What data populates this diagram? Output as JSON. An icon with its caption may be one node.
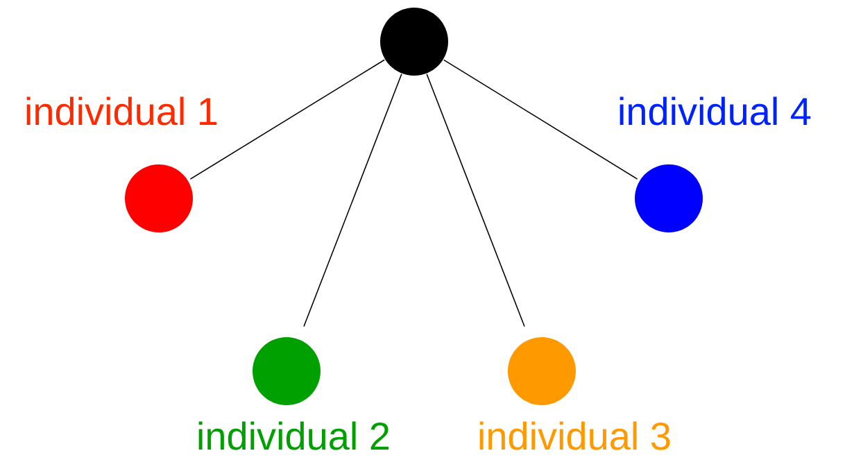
{
  "diagram": {
    "nodes": [
      {
        "text": [],
        "shape": "circle"
      },
      {
        "text": [],
        "shape": "circle",
        "beside": [
          "individual 1"
        ]
      },
      {
        "text": [],
        "shape": "circle",
        "beside": [
          "individual 2"
        ]
      },
      {
        "text": [],
        "shape": "circle",
        "beside": [
          "individual 3"
        ]
      },
      {
        "text": [],
        "shape": "circle",
        "beside": [
          "individual 4"
        ]
      }
    ],
    "edges": [
      {
        "from": 0,
        "to": 1,
        "arrow": "none"
      },
      {
        "from": 0,
        "to": 2,
        "arrow": "none"
      },
      {
        "from": 0,
        "to": 3,
        "arrow": "none"
      },
      {
        "from": 0,
        "to": 4,
        "arrow": "none"
      }
    ]
  }
}
